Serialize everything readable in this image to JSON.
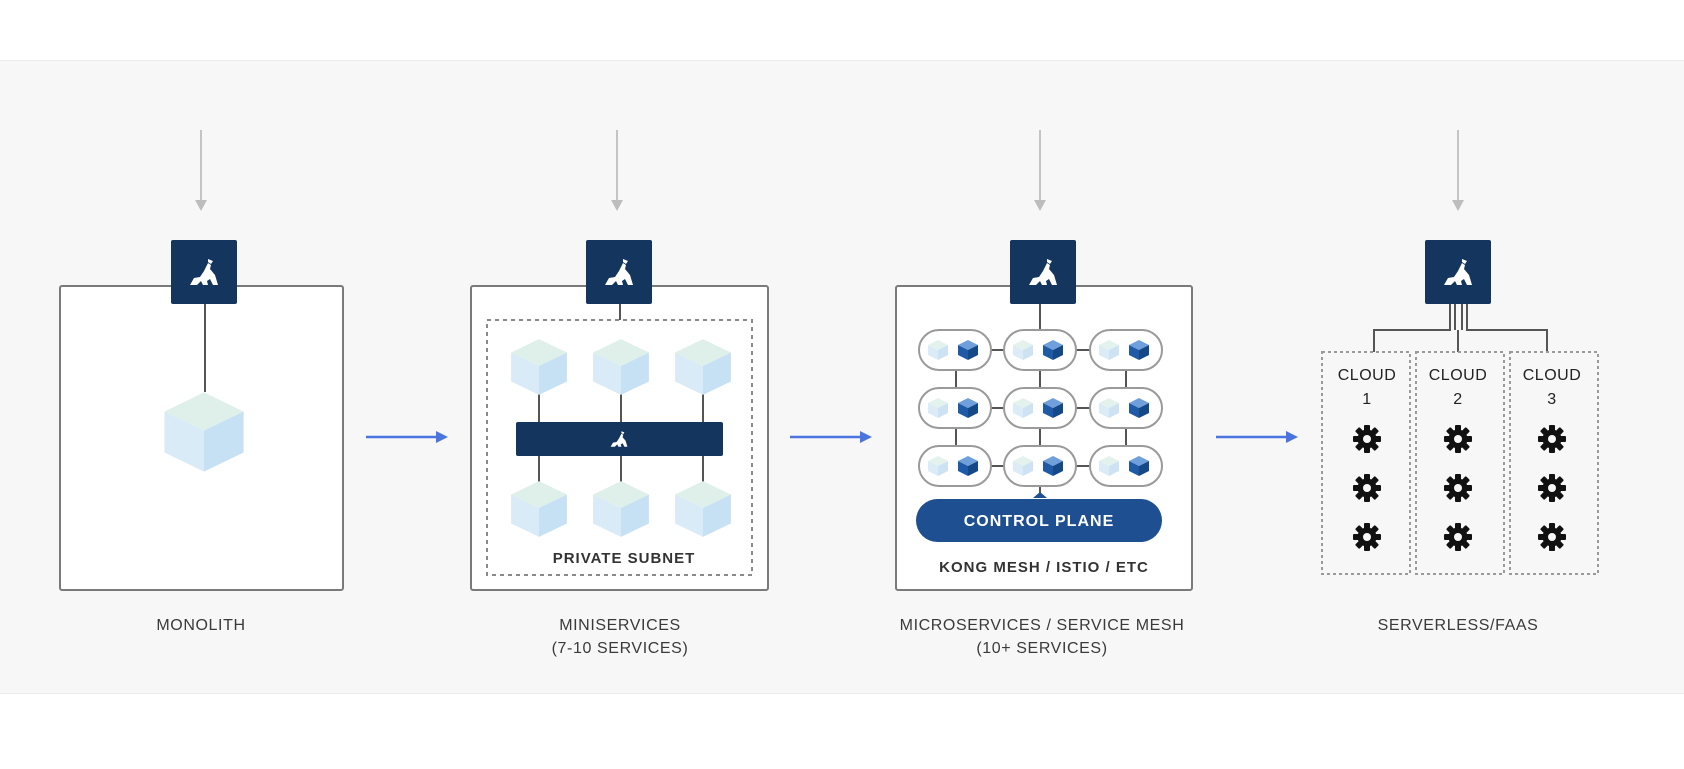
{
  "diagram": {
    "stages": [
      {
        "id": "monolith",
        "label": "MONOLITH",
        "sublabel": ""
      },
      {
        "id": "miniservices",
        "label": "MINISERVICES",
        "sublabel": "(7-10 SERVICES)",
        "inner_label": "PRIVATE SUBNET"
      },
      {
        "id": "microservices",
        "label": "MICROSERVICES / SERVICE MESH",
        "sublabel": "(10+ SERVICES)",
        "inner_label": "KONG MESH / ISTIO / ETC",
        "control_plane_label": "CONTROL PLANE"
      },
      {
        "id": "serverless",
        "label": "SERVERLESS/FAAS",
        "sublabel": "",
        "clouds": [
          {
            "label": "CLOUD",
            "number": "1"
          },
          {
            "label": "CLOUD",
            "number": "2"
          },
          {
            "label": "CLOUD",
            "number": "3"
          }
        ]
      }
    ],
    "colors": {
      "kong_navy": "#13355e",
      "transition_arrow": "#4a74e0",
      "incoming_arrow": "#bdbdbd",
      "control_plane": "#1d4f91",
      "service_cube_light": "#d3e8f7",
      "service_cube_accent": "#1e5aa6"
    },
    "icons": [
      "kong-gorilla-icon",
      "service-cube-icon",
      "gear-icon"
    ]
  }
}
